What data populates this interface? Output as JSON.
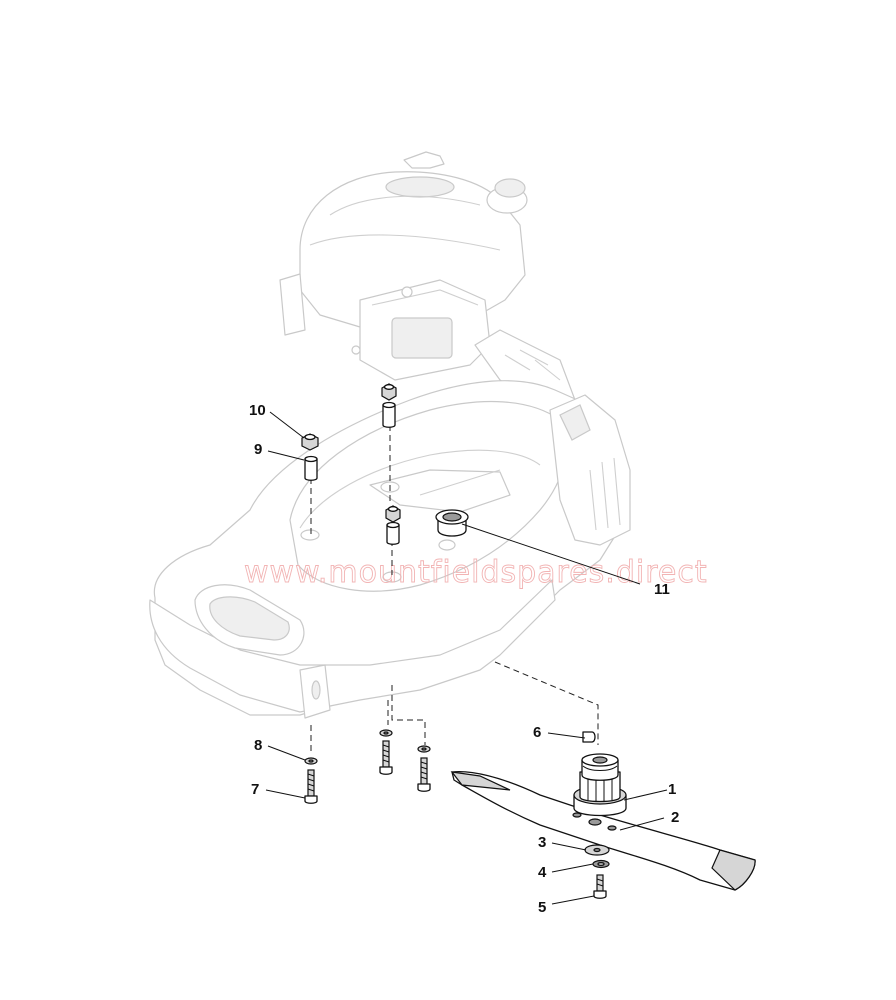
{
  "watermark": "www.mountfieldspares.direct",
  "callouts": [
    {
      "id": "1",
      "label": "1"
    },
    {
      "id": "2",
      "label": "2"
    },
    {
      "id": "3",
      "label": "3"
    },
    {
      "id": "4",
      "label": "4"
    },
    {
      "id": "5",
      "label": "5"
    },
    {
      "id": "6",
      "label": "6"
    },
    {
      "id": "7",
      "label": "7"
    },
    {
      "id": "8",
      "label": "8"
    },
    {
      "id": "9",
      "label": "9"
    },
    {
      "id": "10",
      "label": "10"
    },
    {
      "id": "11",
      "label": "11"
    }
  ],
  "parts": {
    "p1": "blade-adapter",
    "p2": "blade",
    "p3": "washer",
    "p4": "spring-washer",
    "p5": "blade-bolt",
    "p6": "key",
    "p7": "screw",
    "p8": "washer",
    "p9": "spacer",
    "p10": "nut",
    "p11": "bushing"
  }
}
